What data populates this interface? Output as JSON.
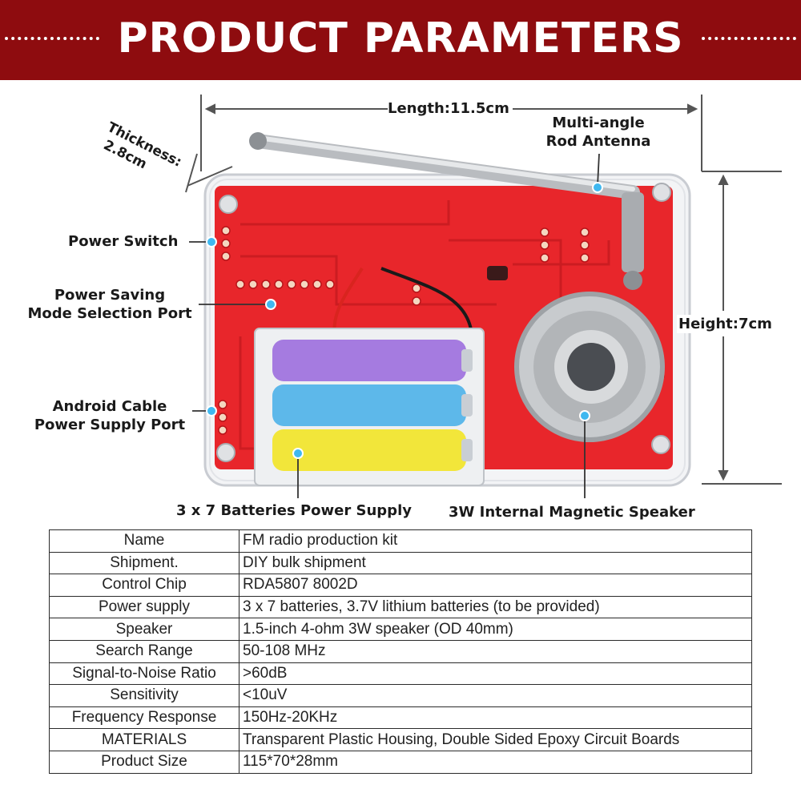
{
  "header": {
    "title": "PRODUCT PARAMETERS"
  },
  "labels": {
    "length": "Length:11.5cm",
    "thickness_line1": "Thickness:",
    "thickness_line2": "2.8cm",
    "antenna_line1": "Multi-angle",
    "antenna_line2": "Rod Antenna",
    "power_switch": "Power Switch",
    "power_saving_line1": "Power Saving",
    "power_saving_line2": "Mode Selection Port",
    "android_line1": "Android Cable",
    "android_line2": "Power Supply Port",
    "height": "Height:7cm",
    "batteries": "3 x 7 Batteries Power Supply",
    "speaker": "3W Internal Magnetic Speaker"
  },
  "specs": [
    {
      "key": "Name",
      "value": "FM radio production kit"
    },
    {
      "key": "Shipment.",
      "value": "DIY bulk shipment"
    },
    {
      "key": "Control Chip",
      "value": "RDA5807 8002D"
    },
    {
      "key": "Power supply",
      "value": "3 x 7 batteries, 3.7V lithium batteries (to be provided)"
    },
    {
      "key": "Speaker",
      "value": "1.5-inch 4-ohm 3W speaker (OD 40mm)"
    },
    {
      "key": "Search Range",
      "value": "50-108 MHz"
    },
    {
      "key": "Signal-to-Noise Ratio",
      "value": ">60dB"
    },
    {
      "key": "Sensitivity",
      "value": "<10uV"
    },
    {
      "key": "Frequency Response",
      "value": "150Hz-20KHz"
    },
    {
      "key": "MATERIALS",
      "value": "Transparent Plastic Housing, Double Sided Epoxy Circuit Boards"
    },
    {
      "key": "Product Size",
      "value": "115*70*28mm"
    }
  ],
  "colors": {
    "header_bg": "#8e0c0f",
    "board_red": "#e8262b",
    "battery_purple": "#a57be0",
    "battery_blue": "#5db8ea",
    "battery_yellow": "#f2e63a",
    "callout_dot": "#3fb8f0"
  }
}
